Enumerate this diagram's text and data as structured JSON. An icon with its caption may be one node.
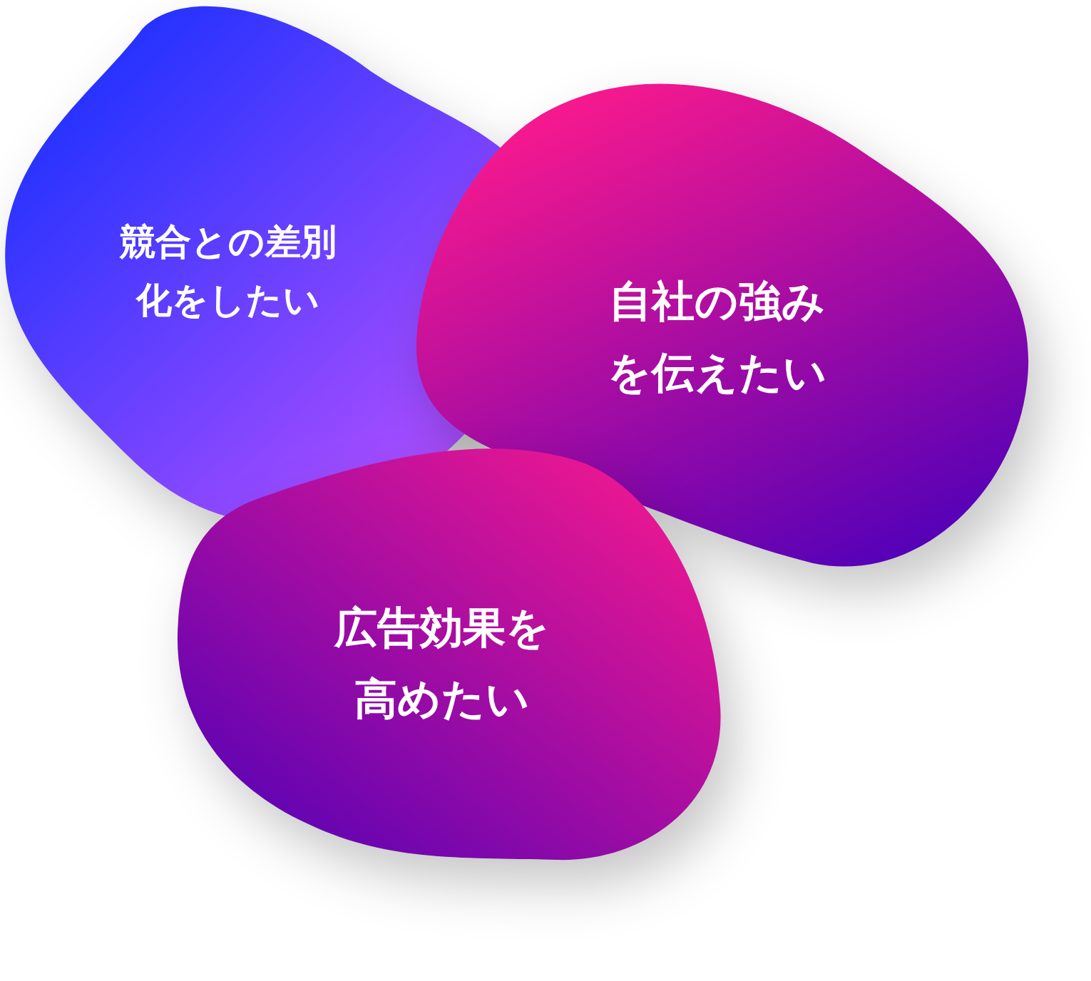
{
  "diagram": {
    "nodes": [
      {
        "text": [
          "競合との差別化をしたい"
        ]
      },
      {
        "text": [
          "自社の強みを伝えたい"
        ]
      },
      {
        "text": [
          "広告効果を高めたい"
        ]
      }
    ],
    "edges": []
  }
}
